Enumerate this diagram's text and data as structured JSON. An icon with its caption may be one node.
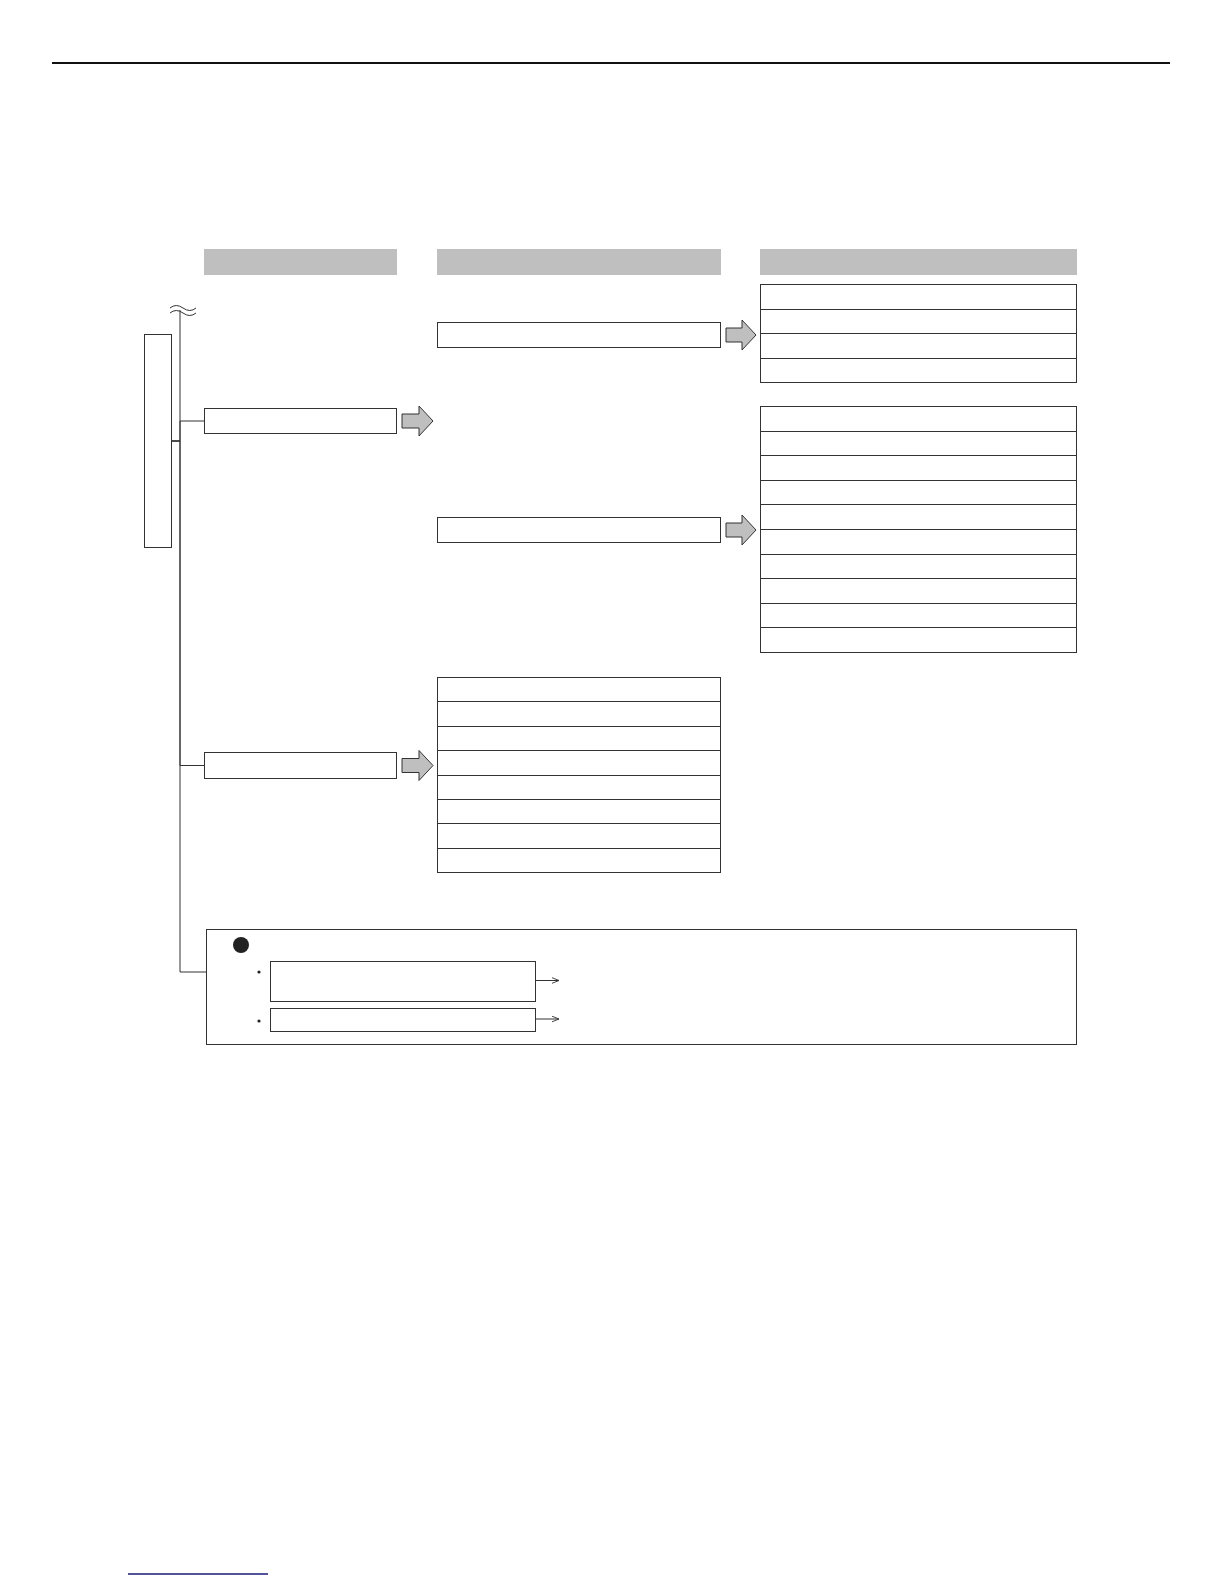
{
  "diagram": {
    "nodes": [
      {
        "text": [],
        "shape": "bar"
      },
      {
        "text": [],
        "shape": "bar"
      },
      {
        "text": [],
        "shape": "bar"
      },
      {
        "text": [],
        "shape": "box"
      },
      {
        "text": [],
        "shape": "box"
      },
      {
        "text": [],
        "shape": "box"
      },
      {
        "text": [],
        "shape": "box"
      },
      {
        "text": [],
        "shape": "box"
      },
      {
        "text": [],
        "shape": "box"
      },
      {
        "text": [],
        "shape": "box"
      },
      {
        "text": [],
        "shape": "box"
      },
      {
        "text": [],
        "shape": "box"
      },
      {
        "text": [],
        "shape": "box"
      },
      {
        "text": [],
        "shape": "box"
      },
      {
        "text": [],
        "shape": "box"
      },
      {
        "text": [],
        "shape": "box"
      },
      {
        "text": [],
        "shape": "box"
      },
      {
        "text": [],
        "shape": "box"
      },
      {
        "text": [],
        "shape": "box"
      },
      {
        "text": [],
        "shape": "box"
      },
      {
        "text": [],
        "shape": "box"
      },
      {
        "text": [],
        "shape": "box"
      },
      {
        "text": [],
        "shape": "box"
      },
      {
        "text": [],
        "shape": "box"
      },
      {
        "text": [],
        "shape": "box"
      },
      {
        "text": [],
        "shape": "box"
      },
      {
        "text": [],
        "shape": "box"
      },
      {
        "text": [],
        "shape": "box"
      },
      {
        "text": [],
        "shape": "box"
      },
      {
        "text": [],
        "shape": "box"
      },
      {
        "text": [],
        "shape": "box"
      },
      {
        "text": [],
        "shape": "box",
        "in": 30
      },
      {
        "text": [],
        "shape": "box",
        "in": 30
      }
    ],
    "edges": [
      {
        "from": 3,
        "to": 9,
        "arrow": "none"
      },
      {
        "from": 3,
        "to": 29,
        "arrow": "none"
      },
      {
        "from": 3,
        "to": 30,
        "arrow": "none"
      },
      {
        "from": 9,
        "to": null,
        "arrow": "to",
        "style": "thick"
      },
      {
        "from": 8,
        "to": 6,
        "arrow": "to",
        "style": "thick"
      },
      {
        "from": 20,
        "to": 15,
        "arrow": "to",
        "style": "thick"
      },
      {
        "from": 29,
        "to": 25,
        "arrow": "to",
        "style": "thick"
      },
      {
        "from": 31,
        "to": null,
        "arrow": "to"
      },
      {
        "from": 32,
        "to": null,
        "arrow": "to"
      }
    ]
  }
}
